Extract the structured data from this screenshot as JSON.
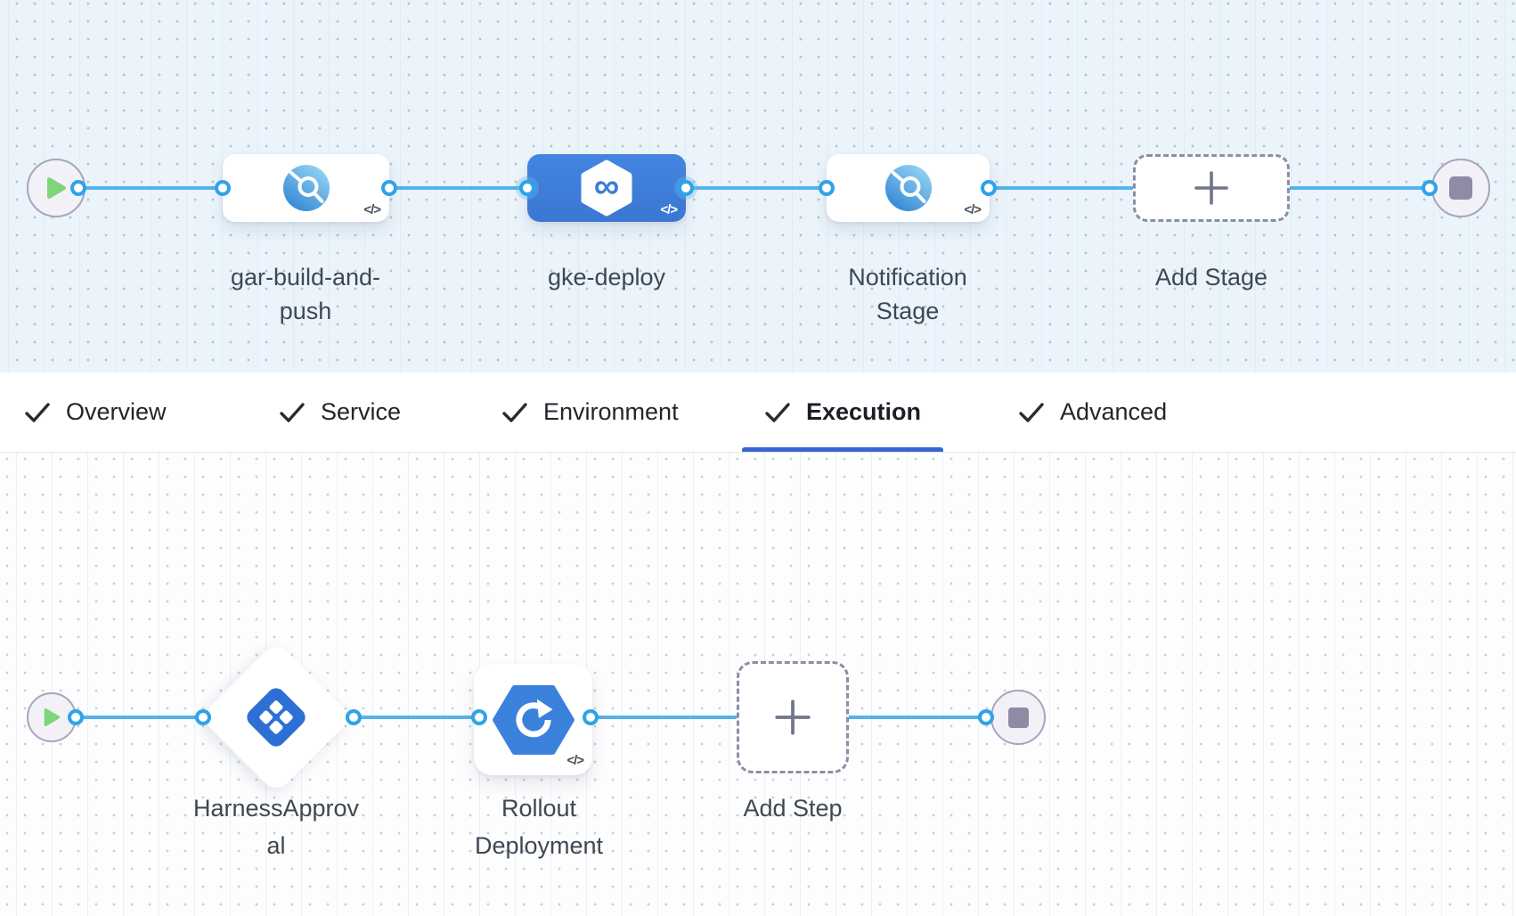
{
  "pipeline": {
    "stages": [
      {
        "name": "gar-build-and-push",
        "icon": "registry-icon",
        "code_badge": "</>",
        "selected": false
      },
      {
        "name": "gke-deploy",
        "icon": "infinity-hexagon-icon",
        "code_badge": "</>",
        "selected": true
      },
      {
        "name": "Notification Stage",
        "icon": "registry-icon",
        "code_badge": "</>",
        "selected": false
      }
    ],
    "add_stage": {
      "label": "Add Stage"
    }
  },
  "tabs": {
    "items": [
      {
        "label": "Overview"
      },
      {
        "label": "Service"
      },
      {
        "label": "Environment"
      },
      {
        "label": "Execution"
      },
      {
        "label": "Advanced"
      }
    ],
    "active": "Execution"
  },
  "execution": {
    "steps": [
      {
        "name": "HarnessApproval",
        "icon": "approval-icon",
        "shape": "diamond"
      },
      {
        "name": "Rollout Deployment",
        "icon": "gke-icon",
        "code_badge": "</>"
      }
    ],
    "add_step": {
      "label": "Add Step"
    }
  },
  "icons": {
    "infinity_glyph": "∞"
  },
  "colors": {
    "canvas_top_bg": "#ebf4fb",
    "connector_line": "#54b2ec",
    "connector_ring": "#2fa3e8",
    "selected_stage": "#3d7dda",
    "tab_underline": "#3765d3",
    "approval_blue": "#2e6fd6",
    "gke_blue": "#3a81dc",
    "play_green": "#7ed57a",
    "stop_gray": "#8e8ba4"
  }
}
